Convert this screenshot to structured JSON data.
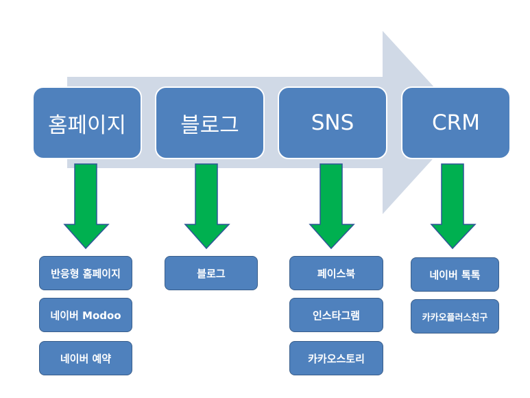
{
  "colors": {
    "flow_arrow": "#d0d9e6",
    "box_fill": "#4f81bd",
    "box_border_sub": "#385d8a",
    "down_arrow_fill": "#00b050",
    "down_arrow_border": "#2f5597"
  },
  "stages": [
    {
      "label": "홈페이지",
      "items": [
        "반응형 홈페이지",
        "네이버 Modoo",
        "네이버 예약"
      ]
    },
    {
      "label": "블로그",
      "items": [
        "블로그"
      ]
    },
    {
      "label": "SNS",
      "items": [
        "페이스북",
        "인스타그램",
        "카카오스토리"
      ]
    },
    {
      "label": "CRM",
      "items": [
        "네이버 톡톡",
        "카카오플러스친구"
      ]
    }
  ]
}
